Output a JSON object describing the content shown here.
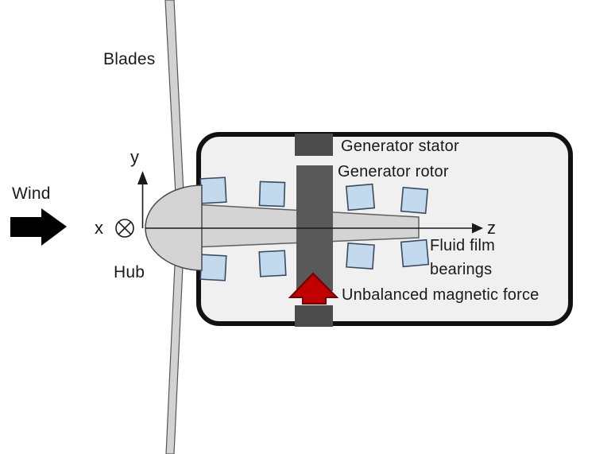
{
  "labels": {
    "wind": "Wind",
    "blades": "Blades",
    "hub": "Hub",
    "generator_stator": "Generator stator",
    "generator_rotor": "Generator rotor",
    "fluid_film_line1": "Fluid film",
    "fluid_film_line2": "bearings",
    "unbalanced_force": "Unbalanced magnetic force"
  },
  "axes": {
    "x": "x",
    "y": "y",
    "z": "z"
  },
  "colors": {
    "nacelle_fill": "#f0f0f0",
    "nacelle_border": "#111111",
    "shaft_fill": "#d4d4d4",
    "blade_fill": "#d2d2d2",
    "stator_fill": "#4b4b4b",
    "rotor_fill": "#595959",
    "bearing_fill": "#c3d9ee",
    "bearing_border": "#3b4a5e",
    "force_arrow_red": "#c00000",
    "wind_arrow": "#000000"
  }
}
